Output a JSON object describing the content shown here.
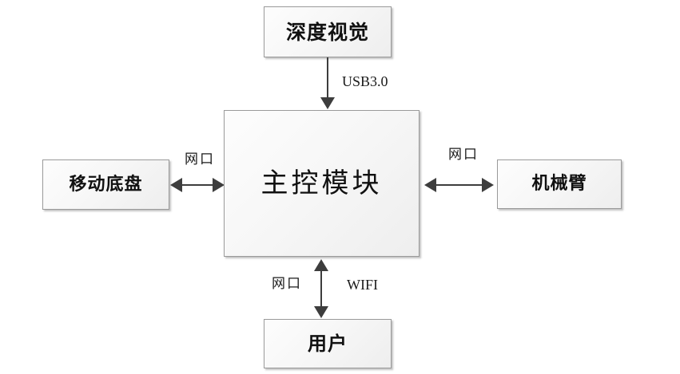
{
  "diagram": {
    "type": "block-diagram",
    "title_present": false,
    "background": "#ffffff",
    "node_fill": "#f4f4f4",
    "node_border": "#9a9a9a",
    "connector_color": "#3d3d3d",
    "nodes": [
      {
        "id": "vision",
        "label": "深度视觉",
        "position": "top"
      },
      {
        "id": "chassis",
        "label": "移动底盘",
        "position": "left"
      },
      {
        "id": "main",
        "label": "主控模块",
        "position": "center"
      },
      {
        "id": "arm",
        "label": "机械臂",
        "position": "right"
      },
      {
        "id": "user",
        "label": "用户",
        "position": "bottom"
      }
    ],
    "edges": [
      {
        "id": "vision-main",
        "from": "vision",
        "to": "main",
        "direction": "one-way-down",
        "labels": [
          "USB3.0"
        ]
      },
      {
        "id": "chassis-main",
        "from": "chassis",
        "to": "main",
        "direction": "two-way",
        "labels": [
          "网口"
        ]
      },
      {
        "id": "main-arm",
        "from": "main",
        "to": "arm",
        "direction": "two-way",
        "labels": [
          "网口"
        ]
      },
      {
        "id": "main-user",
        "from": "main",
        "to": "user",
        "direction": "two-way",
        "labels": [
          "网口",
          "WIFI"
        ]
      }
    ],
    "edge_labels": {
      "usb": "USB3.0",
      "net_left": "网口",
      "net_right": "网口",
      "net_bottom": "网口",
      "wifi": "WIFI"
    }
  }
}
